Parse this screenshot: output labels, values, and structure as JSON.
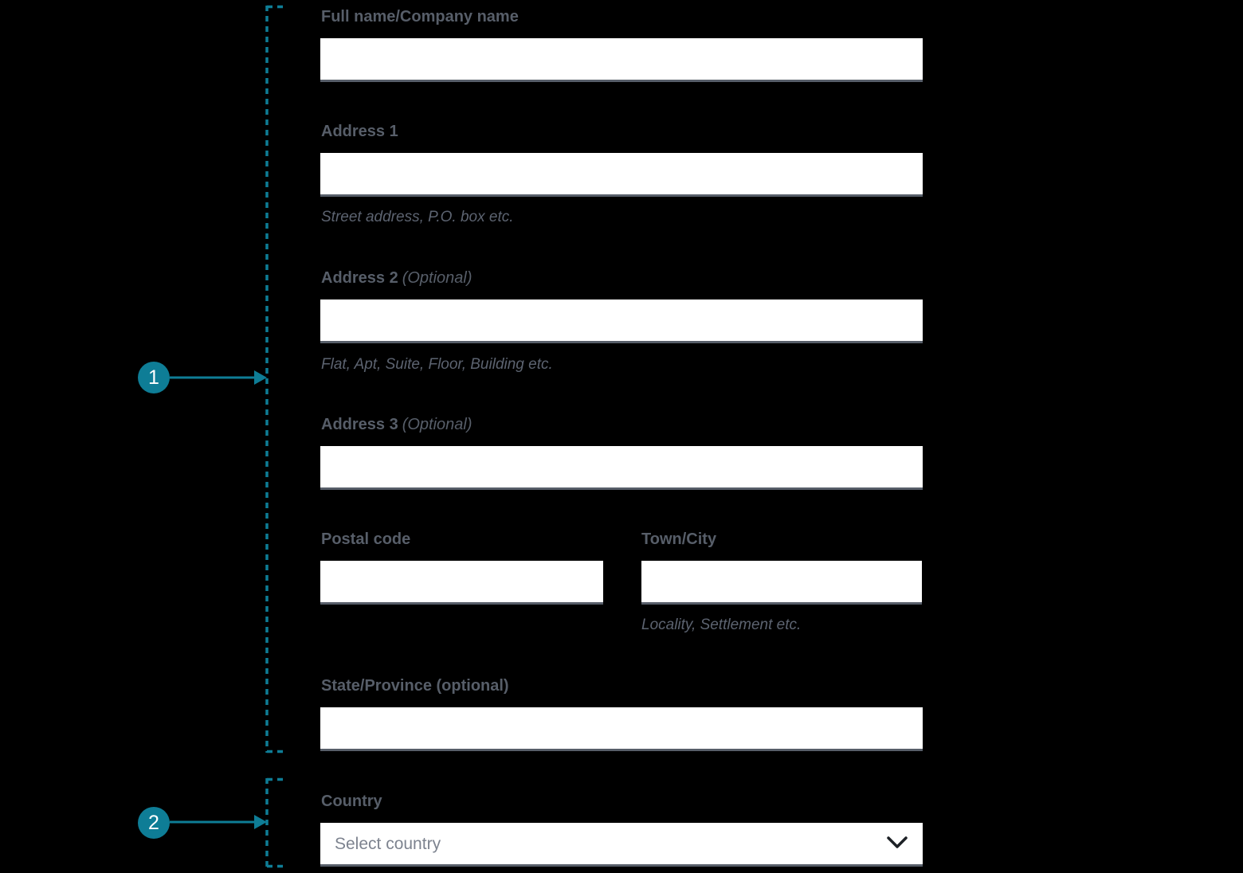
{
  "colors": {
    "background": "#000000",
    "accent": "#0E7D96",
    "label_text": "#575E69",
    "helper_text": "#5C6370",
    "input_background": "#FFFFFF",
    "input_border": "#575E69",
    "placeholder_text": "#7D838F",
    "chevron": "#1D2126",
    "badge_text": "#FFFFFF"
  },
  "annotations": {
    "marker_1": {
      "number": "1"
    },
    "marker_2": {
      "number": "2"
    }
  },
  "form": {
    "full_name": {
      "label": "Full name/Company name",
      "value": ""
    },
    "address_1": {
      "label": "Address 1",
      "value": "",
      "helper": "Street address, P.O. box etc."
    },
    "address_2": {
      "label": "Address 2",
      "optional_suffix": "(Optional)",
      "value": "",
      "helper": "Flat, Apt, Suite, Floor, Building etc."
    },
    "address_3": {
      "label": "Address 3",
      "optional_suffix": "(Optional)",
      "value": ""
    },
    "postal_code": {
      "label": "Postal code",
      "value": ""
    },
    "town_city": {
      "label": "Town/City",
      "value": "",
      "helper": "Locality, Settlement etc."
    },
    "state_province": {
      "label": "State/Province (optional)",
      "value": ""
    },
    "country": {
      "label": "Country",
      "placeholder": "Select country",
      "icon": "chevron-down"
    }
  }
}
